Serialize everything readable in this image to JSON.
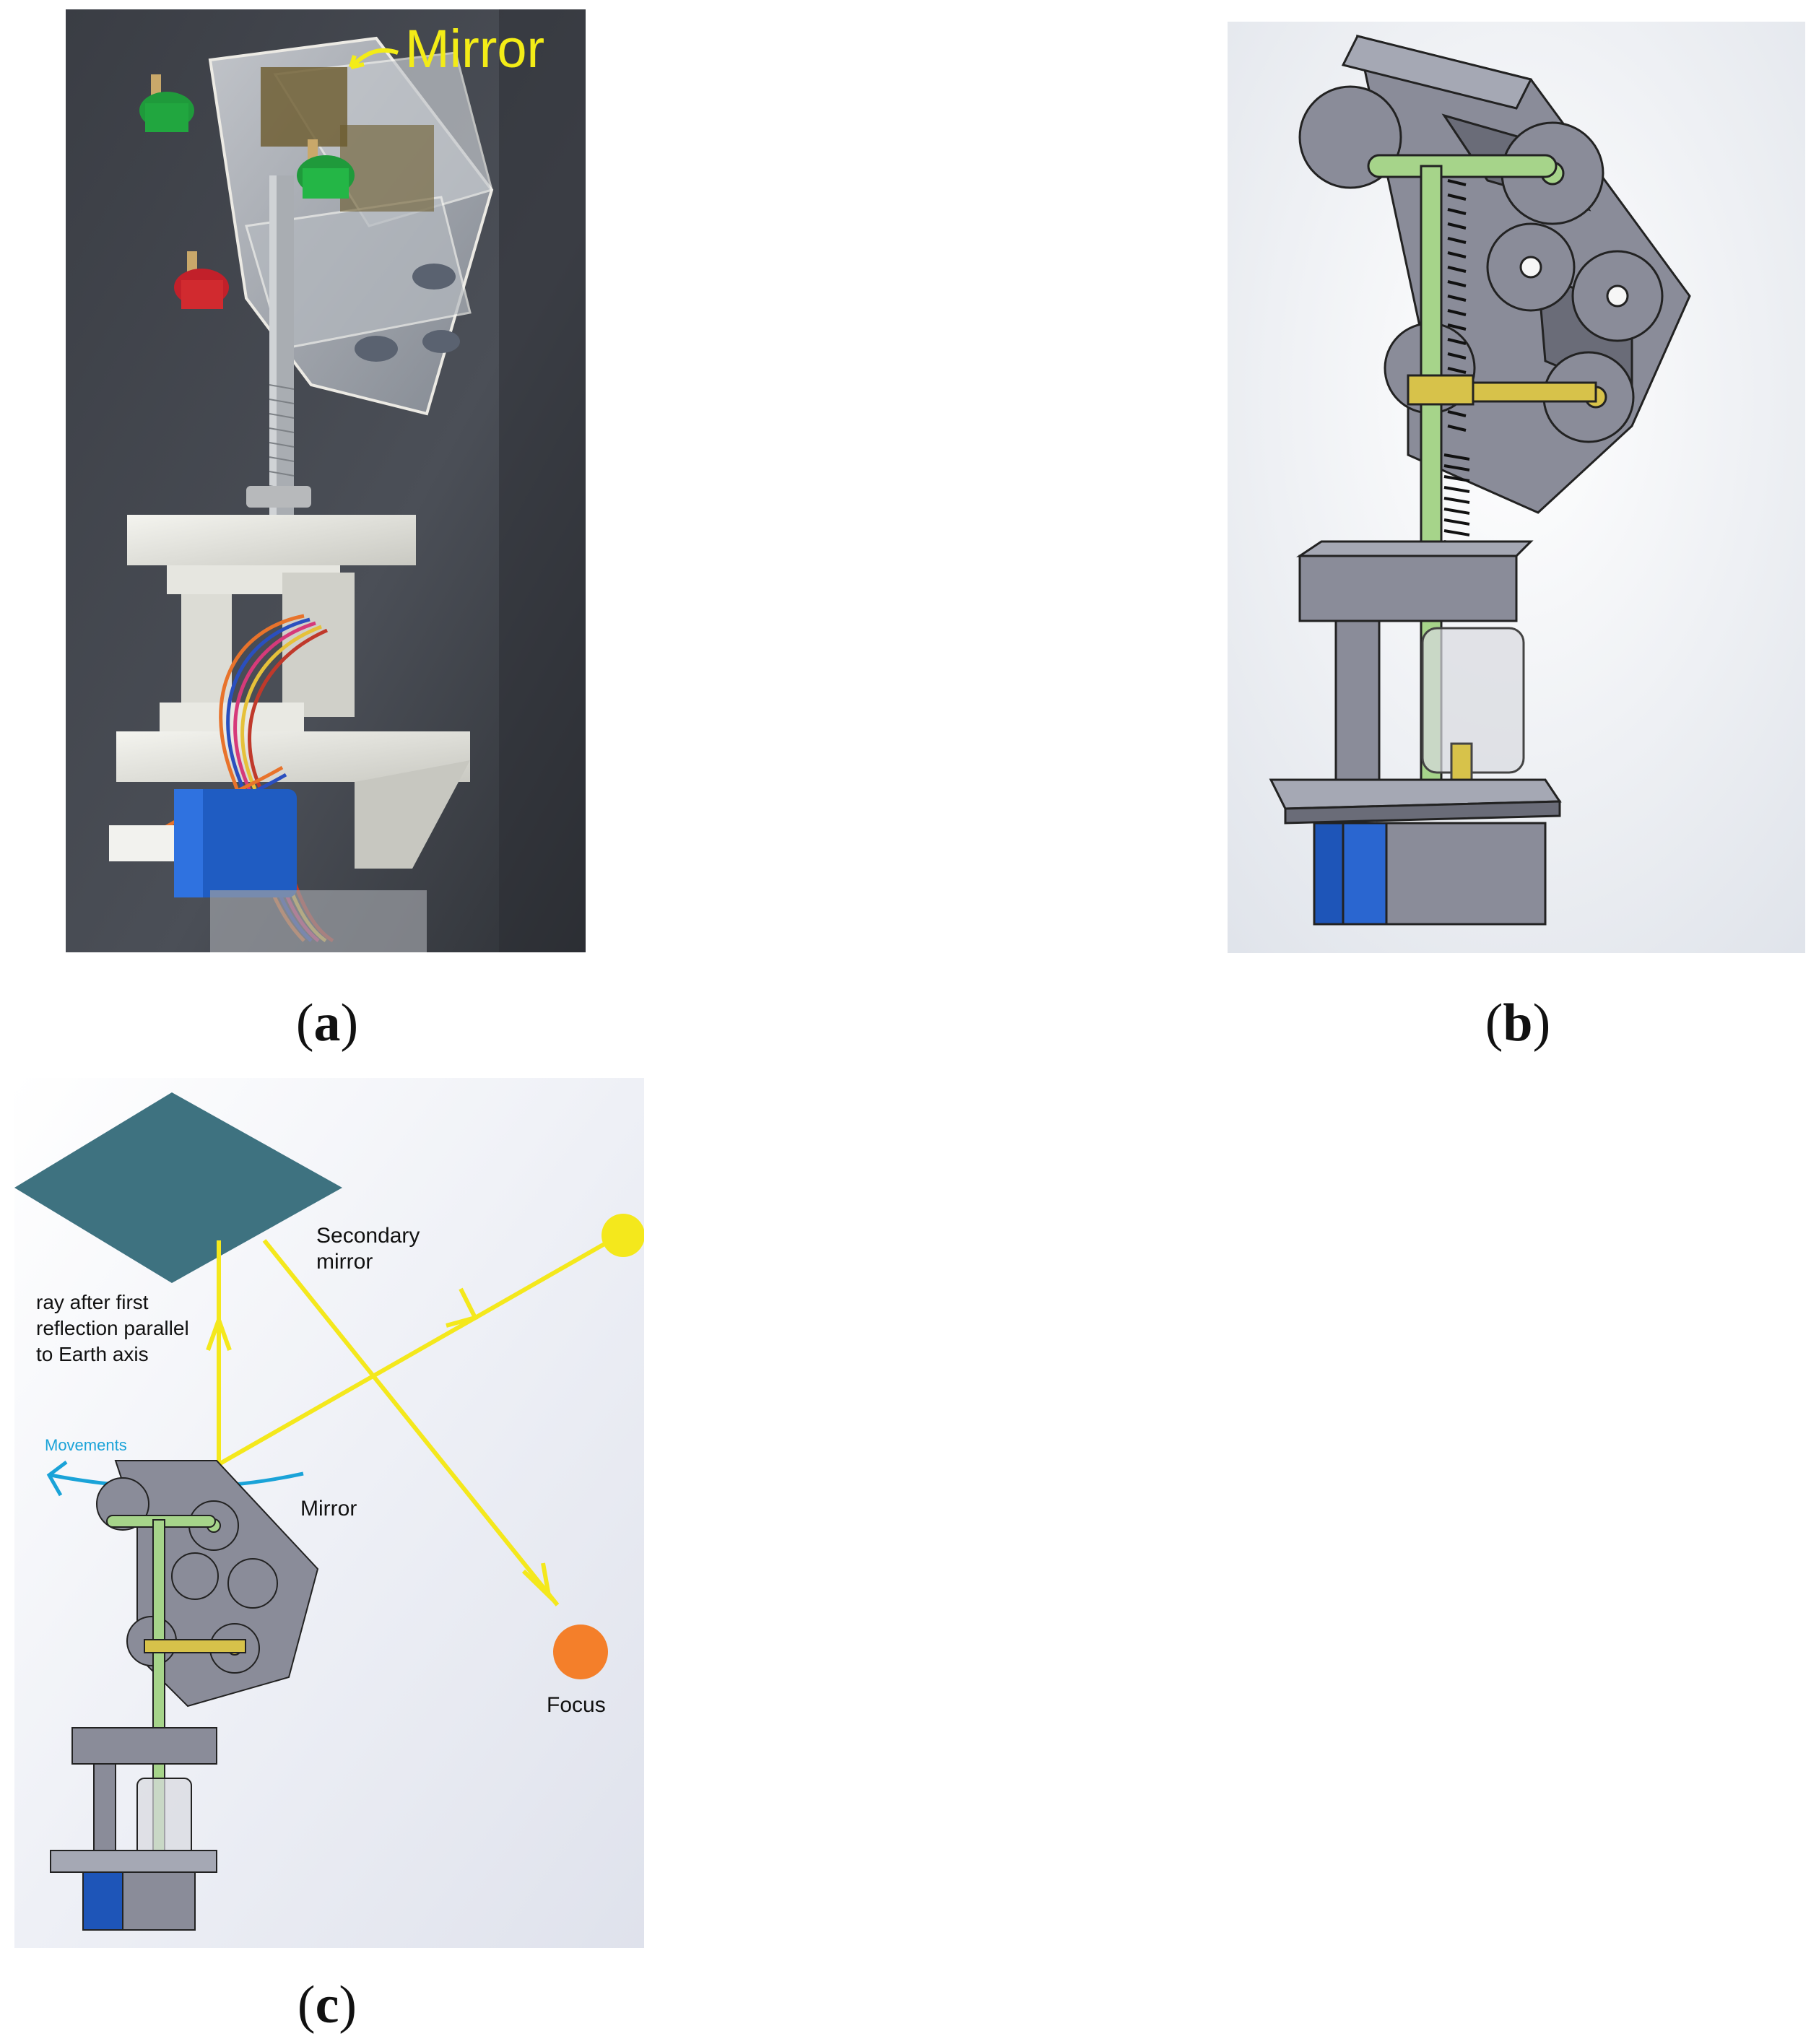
{
  "panel_a": {
    "mirror_label": "Mirror"
  },
  "panel_c": {
    "secondary_mirror_label": "Secondary mirror",
    "secondary_mirror_lines": [
      "Secondary",
      "mirror"
    ],
    "ray_label_lines": [
      "ray after first",
      "reflection parallel",
      "to Earth axis"
    ],
    "movements_label": "Movements",
    "mirror_label": "Mirror",
    "focus_label": "Focus"
  },
  "captions": {
    "a": {
      "open": "(",
      "letter": "a",
      "close": ")"
    },
    "b": {
      "open": "(",
      "letter": "b",
      "close": ")"
    },
    "c": {
      "open": "(",
      "letter": "c",
      "close": ")"
    }
  },
  "colors": {
    "ray": "#f4e81c",
    "sun": "#f4e81c",
    "focus": "#f47f2a",
    "secondary_mirror": "#3e7280",
    "movements": "#1aa3d8",
    "rod": "#a6d48a",
    "part_gray": "#8a8c99",
    "motor_blue": "#1e55b8",
    "collar": "#d7c24a"
  }
}
